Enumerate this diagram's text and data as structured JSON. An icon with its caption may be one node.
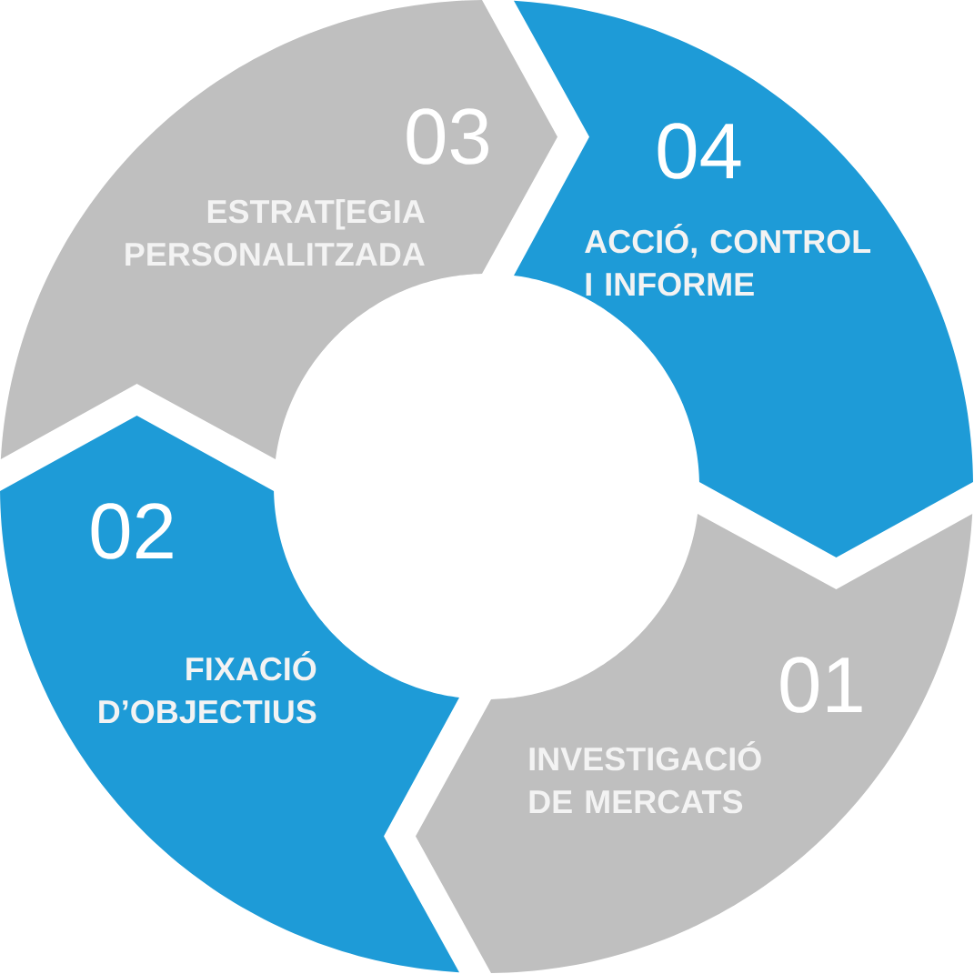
{
  "diagram": {
    "nodes": [
      {
        "text": [
          "03",
          "ESTRAT[EGIA PERSONALITZADA"
        ]
      },
      {
        "text": [
          "04",
          "ACCIÓ, CONTROL I INFORME"
        ]
      },
      {
        "text": [
          "02",
          "FIXACIÓ D’OBJECTIUS"
        ]
      },
      {
        "text": [
          "01",
          "INVESTIGACIÓ DE MERCATS"
        ]
      }
    ]
  }
}
